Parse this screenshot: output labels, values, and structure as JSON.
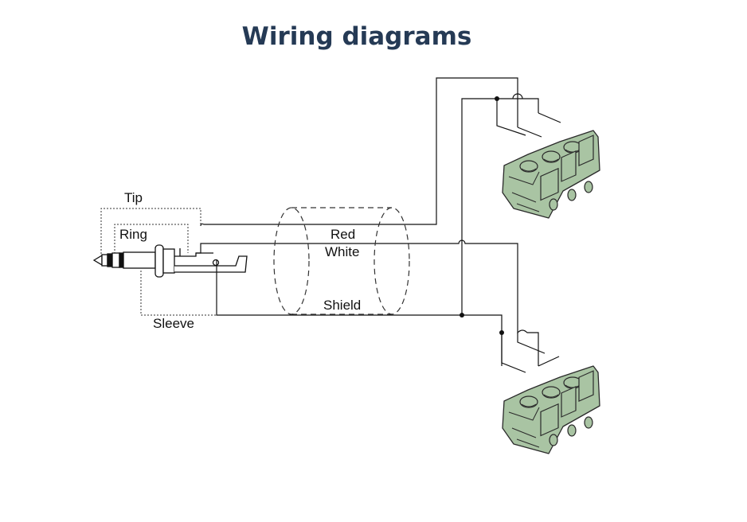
{
  "title": "Wiring diagrams",
  "labels": {
    "tip": "Tip",
    "ring": "Ring",
    "sleeve": "Sleeve",
    "red": "Red",
    "white": "White",
    "shield": "Shield"
  },
  "colors": {
    "title": "#253a55",
    "connector_fill": "#a9c4a3",
    "connector_stroke": "#2a2a2a",
    "wire": "#111111"
  },
  "connectors": [
    "terminal-block-top",
    "terminal-block-bottom"
  ]
}
